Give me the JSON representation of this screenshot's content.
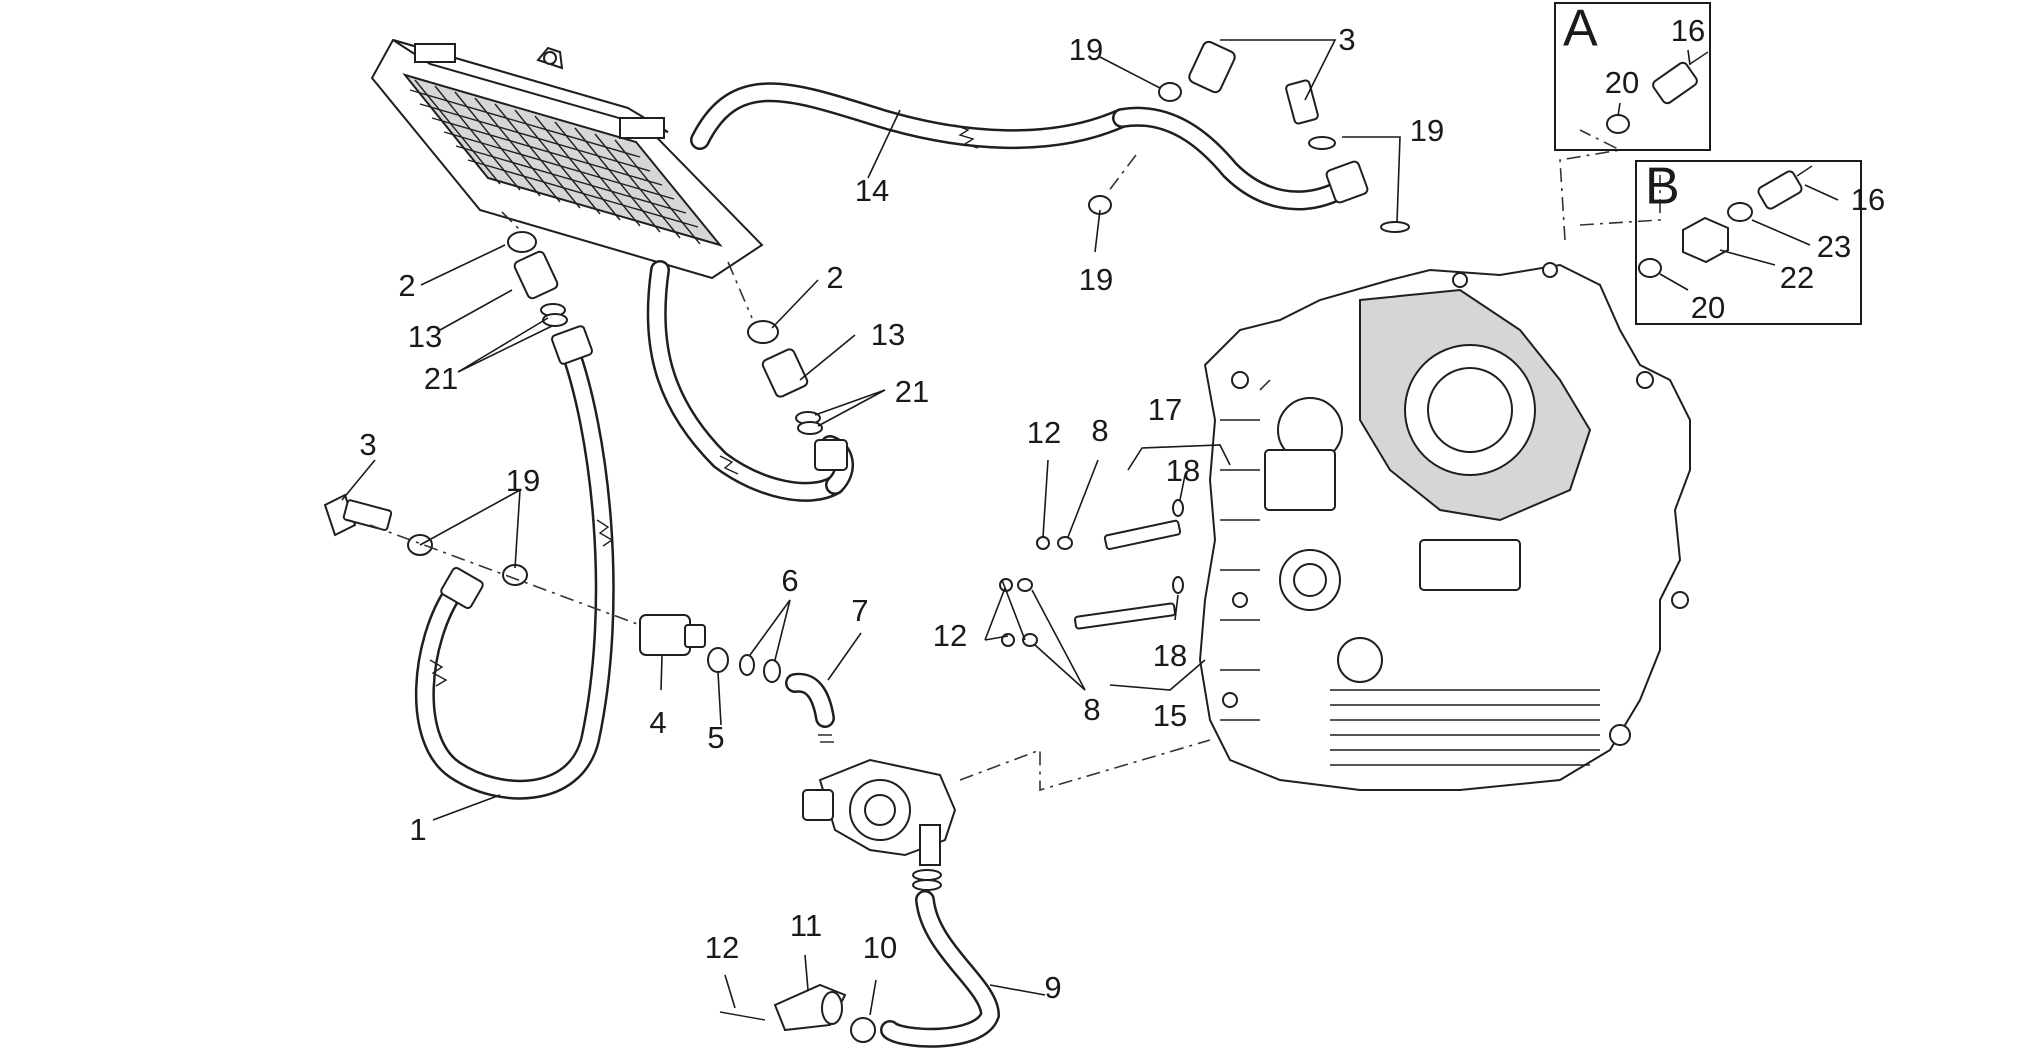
{
  "diagram": {
    "callouts": [
      {
        "id": "c-1",
        "text": "1"
      },
      {
        "id": "c-2a",
        "text": "2"
      },
      {
        "id": "c-2b",
        "text": "2"
      },
      {
        "id": "c-3a",
        "text": "3"
      },
      {
        "id": "c-3b",
        "text": "3"
      },
      {
        "id": "c-4",
        "text": "4"
      },
      {
        "id": "c-5",
        "text": "5"
      },
      {
        "id": "c-6",
        "text": "6"
      },
      {
        "id": "c-7",
        "text": "7"
      },
      {
        "id": "c-8a",
        "text": "8"
      },
      {
        "id": "c-8b",
        "text": "8"
      },
      {
        "id": "c-9",
        "text": "9"
      },
      {
        "id": "c-10",
        "text": "10"
      },
      {
        "id": "c-11",
        "text": "11"
      },
      {
        "id": "c-12a",
        "text": "12"
      },
      {
        "id": "c-12b",
        "text": "12"
      },
      {
        "id": "c-12c",
        "text": "12"
      },
      {
        "id": "c-13a",
        "text": "13"
      },
      {
        "id": "c-13b",
        "text": "13"
      },
      {
        "id": "c-14",
        "text": "14"
      },
      {
        "id": "c-15",
        "text": "15"
      },
      {
        "id": "c-16a",
        "text": "16"
      },
      {
        "id": "c-16b",
        "text": "16"
      },
      {
        "id": "c-17",
        "text": "17"
      },
      {
        "id": "c-18a",
        "text": "18"
      },
      {
        "id": "c-18b",
        "text": "18"
      },
      {
        "id": "c-19a",
        "text": "19"
      },
      {
        "id": "c-19b",
        "text": "19"
      },
      {
        "id": "c-19c",
        "text": "19"
      },
      {
        "id": "c-19d",
        "text": "19"
      },
      {
        "id": "c-20a",
        "text": "20"
      },
      {
        "id": "c-20b",
        "text": "20"
      },
      {
        "id": "c-21a",
        "text": "21"
      },
      {
        "id": "c-21b",
        "text": "21"
      },
      {
        "id": "c-22",
        "text": "22"
      },
      {
        "id": "c-23",
        "text": "23"
      }
    ],
    "insets": [
      {
        "id": "inset-a",
        "letter": "A"
      },
      {
        "id": "inset-b",
        "letter": "B"
      }
    ]
  }
}
